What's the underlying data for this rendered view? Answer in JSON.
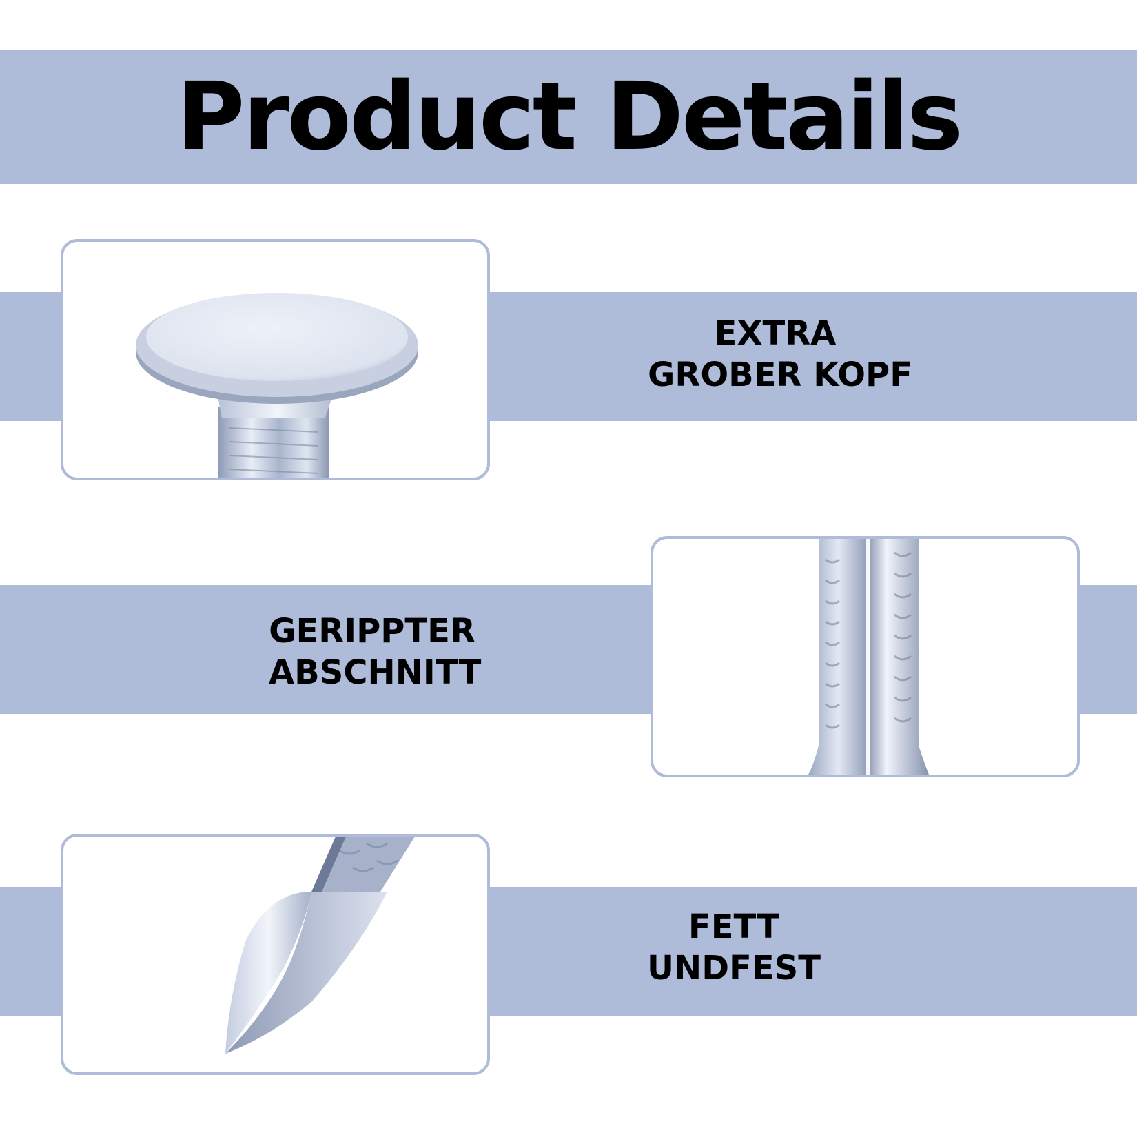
{
  "page": {
    "title": "Product Details",
    "accent_color": "#aebbd9"
  },
  "features": [
    {
      "line1": "EXTRA",
      "line2": "GROBER KOPF",
      "image": "nail-head-image"
    },
    {
      "line1": "GERIPPTER",
      "line2": "ABSCHNITT",
      "image": "ribbed-shank-image"
    },
    {
      "line1": "FETT",
      "line2": "UNDFEST",
      "image": "nail-tip-image"
    }
  ]
}
